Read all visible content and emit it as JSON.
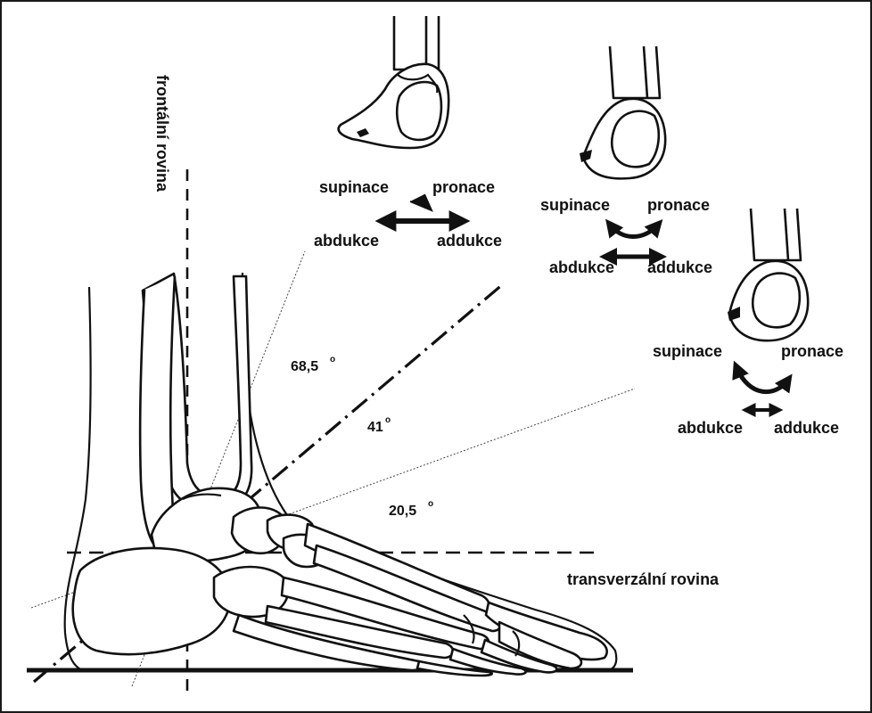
{
  "labels": {
    "frontal_plane": "frontální rovina",
    "transverse_plane": "transverzální rovina",
    "angle_large": "68,5",
    "angle_mid": "41",
    "angle_small": "20,5",
    "degree": "o"
  },
  "motion_diagrams": [
    {
      "supination": "supinace",
      "pronation": "pronace",
      "abduction": "abdukce",
      "adduction": "addukce"
    },
    {
      "supination": "supinace",
      "pronation": "pronace",
      "abduction": "abdukce",
      "adduction": "addukce"
    },
    {
      "supination": "supinace",
      "pronation": "pronace",
      "abduction": "abdukce",
      "adduction": "addukce"
    }
  ]
}
